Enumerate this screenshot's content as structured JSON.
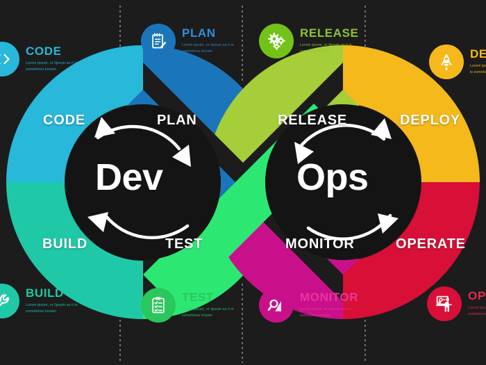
{
  "background_color": "#1c1c1c",
  "infographic": {
    "title_left": "Dev",
    "title_right": "Ops"
  },
  "colors": {
    "code": "#27b8da",
    "plan": "#1b75bb",
    "build": "#1fc9a8",
    "test": "#2ce873",
    "release": "#a6ce39",
    "deploy": "#f5b91c",
    "monitor": "#c9108b",
    "operate": "#d80f36",
    "core": "#1c1c1c",
    "arrow": "#ffffff",
    "divider": "#8d8d8d"
  },
  "loop_segments": [
    {
      "key": "code",
      "label": "CODE",
      "color": "#27b8da"
    },
    {
      "key": "plan",
      "label": "PLAN",
      "color": "#1b75bb"
    },
    {
      "key": "build",
      "label": "BUILD",
      "color": "#1fc9a8"
    },
    {
      "key": "test",
      "label": "TEST",
      "color": "#2ce873"
    },
    {
      "key": "release",
      "label": "RELEASE",
      "color": "#a6ce39"
    },
    {
      "key": "deploy",
      "label": "DEPLOY",
      "color": "#f5b91c"
    },
    {
      "key": "monitor",
      "label": "MONITOR",
      "color": "#c9108b"
    },
    {
      "key": "operate",
      "label": "OPERATE",
      "color": "#d80f36"
    }
  ],
  "callouts": {
    "code": {
      "title": "CODE",
      "body": "Lorem ipsum, or lipsum as it is sometimes known",
      "color": "#27b8da",
      "icon": "code-brackets-icon"
    },
    "plan": {
      "title": "PLAN",
      "body": "Lorem ipsum, or lipsum as it is sometimes known",
      "color": "#1b75bb",
      "icon": "notepad-pencil-icon"
    },
    "release": {
      "title": "RELEASE",
      "body": "Lorem ipsum, or lipsum as it is sometimes known",
      "color": "#a6ce39",
      "icon": "gears-icon"
    },
    "deploy": {
      "title": "DEPLOY",
      "body": "Lorem ipsum, or lipsum as it is sometimes known",
      "color": "#f5b91c",
      "icon": "rocket-icon"
    },
    "build": {
      "title": "BUILD",
      "body": "Lorem ipsum, or lipsum as it is sometimes known",
      "color": "#1fc9a8",
      "icon": "wrench-icon"
    },
    "test": {
      "title": "TEST",
      "body": "Lorem ipsum, or lipsum as it is sometimes known",
      "color": "#2ce873",
      "icon": "clipboard-checklist-icon"
    },
    "monitor": {
      "title": "MONITOR",
      "body": "Lorem ipsum, or lipsum as it is sometimes known",
      "color": "#c9108b",
      "icon": "magnifier-chart-icon"
    },
    "operate": {
      "title": "OPERATE",
      "body": "Lorem ipsum, or lipsum as it is sometimes known",
      "color": "#d80f36",
      "icon": "person-presentation-icon"
    }
  }
}
